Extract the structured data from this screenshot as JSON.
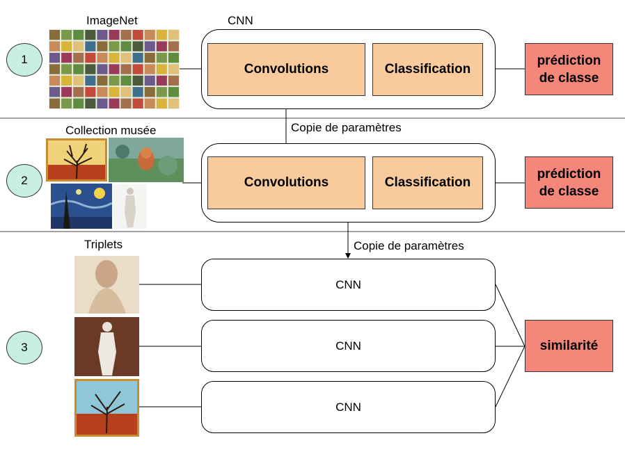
{
  "stages": [
    {
      "number": "1",
      "dataset_label": "ImageNet",
      "cnn_label": "CNN",
      "conv_label": "Convolutions",
      "classif_label": "Classification",
      "output_label_line1": "prédiction",
      "output_label_line2": "de classe"
    },
    {
      "number": "2",
      "dataset_label": "Collection musée",
      "transfer_label": "Copie de paramètres",
      "conv_label": "Convolutions",
      "classif_label": "Classification",
      "output_label_line1": "prédiction",
      "output_label_line2": "de classe"
    },
    {
      "number": "3",
      "dataset_label": "Triplets",
      "transfer_label": "Copie de paramètres",
      "cnn_labels": [
        "CNN",
        "CNN",
        "CNN"
      ],
      "output_label": "similarité"
    }
  ],
  "colors": {
    "circle_fill": "#c9efe4",
    "block_fill": "#f9cb9c",
    "output_fill": "#f4877a"
  }
}
